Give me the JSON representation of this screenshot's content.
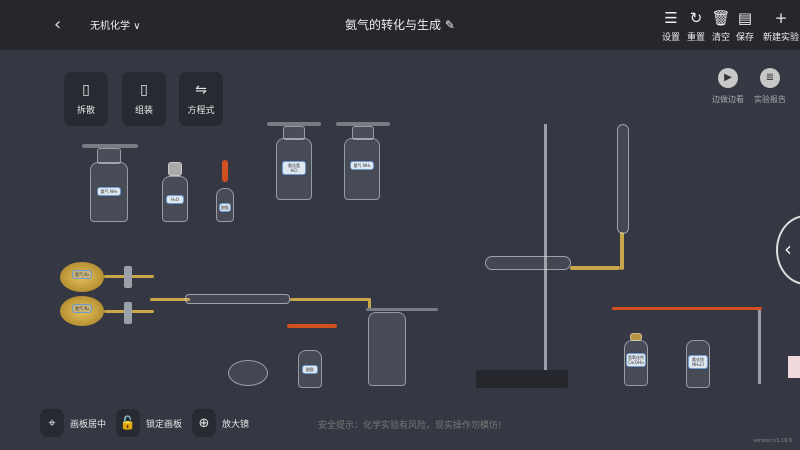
{
  "header": {
    "back": "‹",
    "subject": "无机化学",
    "title": "氨气的转化与生成",
    "tools": [
      {
        "icon": "sliders-icon",
        "glyph": "☰",
        "label": "设置"
      },
      {
        "icon": "refresh-icon",
        "glyph": "↻",
        "label": "重置"
      },
      {
        "icon": "trash-icon",
        "glyph": "🗑",
        "label": "清空"
      },
      {
        "icon": "save-icon",
        "glyph": "▤",
        "label": "保存"
      },
      {
        "icon": "plus-icon",
        "glyph": "+",
        "label": "新建实验"
      }
    ]
  },
  "left_tools": [
    {
      "label": "拆散",
      "glyph": "▯"
    },
    {
      "label": "组装",
      "glyph": "▯"
    },
    {
      "label": "方程式",
      "glyph": "⇋"
    }
  ],
  "right_tools": [
    {
      "label": "边做边看",
      "glyph": "▶"
    },
    {
      "label": "实验报告",
      "glyph": "≣"
    }
  ],
  "bottom": [
    {
      "label": "画板居中",
      "glyph": "⌖"
    },
    {
      "label": "锁定画板",
      "glyph": "🔓"
    },
    {
      "label": "放大镜",
      "glyph": "⊕"
    }
  ],
  "safety": "安全提示：化学实验有风险，现实操作勿模仿!",
  "version": "version:v3.19.9",
  "reagents": {
    "nh3_1": "氨气 NH₃",
    "h2o": "H₂O",
    "phenol1": "酚酞",
    "hcl": "氯化氢 HCl",
    "nh3_2": "氨气 NH₃",
    "h2": "氢气 H₂",
    "n2": "氮气 N₂",
    "phenol2": "酚酞",
    "caoh2": "氢氧化钙 Ca(OH)₂",
    "nh4cl": "氯化铵 NH₄Cl"
  }
}
